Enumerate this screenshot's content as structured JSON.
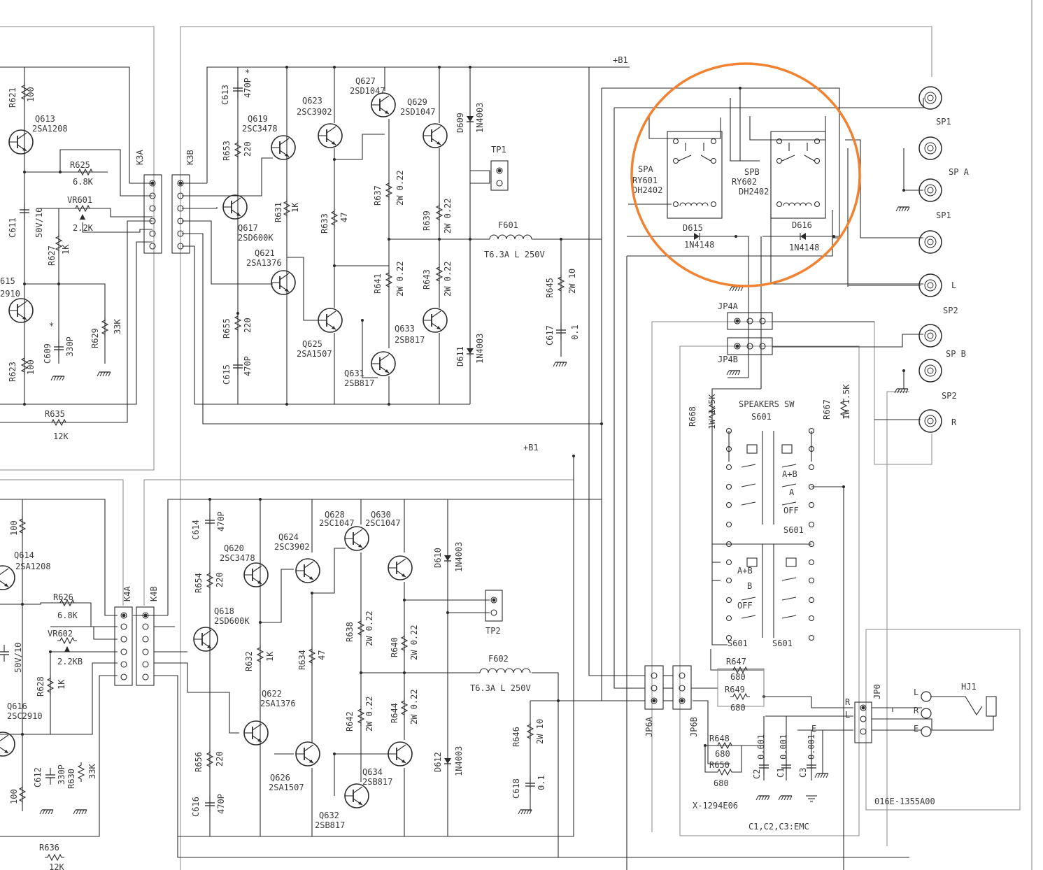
{
  "colors": {
    "highlight": "#F08232",
    "wire": "#2a2a2a"
  },
  "rails": {
    "b1_top": "+B1",
    "b1_bottom": "+B1"
  },
  "connectors": {
    "k3a": "K3A",
    "k3b": "K3B",
    "k4a": "K4A",
    "k4b": "K4B",
    "jp4a": "JP4A",
    "jp4b": "JP4B",
    "jp6a": "JP6A",
    "jp6b": "JP6B",
    "jp0": "JP0"
  },
  "test_points": {
    "tp1": "TP1",
    "tp2": "TP2"
  },
  "fuses": {
    "f601": {
      "ref": "F601",
      "rating": "T6.3A L 250V"
    },
    "f602": {
      "ref": "F602",
      "rating": "T6.3A L 250V"
    }
  },
  "resistors": {
    "r621": {
      "ref": "R621",
      "value": "100"
    },
    "r625": {
      "ref": "R625",
      "value": "6.8K"
    },
    "vr601": {
      "ref": "VR601",
      "value": "2.2K"
    },
    "r627": {
      "ref": "R627",
      "value": "1K"
    },
    "r629": {
      "ref": "R629",
      "value": "33K"
    },
    "r623": {
      "ref": "R623",
      "value": "100"
    },
    "r635": {
      "ref": "R635",
      "value": "12K"
    },
    "r653": {
      "ref": "R653",
      "value": "220"
    },
    "r631": {
      "ref": "R631",
      "value": "1K"
    },
    "r633": {
      "ref": "R633",
      "value": "47"
    },
    "r655": {
      "ref": "R655",
      "value": "220"
    },
    "r637": {
      "ref": "R637",
      "value": "2W 0.22"
    },
    "r639": {
      "ref": "R639",
      "value": "2W 0.22"
    },
    "r641": {
      "ref": "R641",
      "value": "2W 0.22"
    },
    "r643": {
      "ref": "R643",
      "value": "2W 0.22"
    },
    "r645": {
      "ref": "R645",
      "value": "2W 10"
    },
    "r626": {
      "ref": "R626",
      "value": "6.8K"
    },
    "vr602": {
      "ref": "VR602",
      "value": "2.2KB"
    },
    "r628": {
      "ref": "R628",
      "value": "1K"
    },
    "r630": {
      "ref": "R630",
      "value": "33K"
    },
    "r636": {
      "ref": "R636",
      "value": "12K"
    },
    "r654": {
      "ref": "R654",
      "value": "220"
    },
    "r632": {
      "ref": "R632",
      "value": "1K"
    },
    "r634": {
      "ref": "R634",
      "value": "47"
    },
    "r656": {
      "ref": "R656",
      "value": "220"
    },
    "r638": {
      "ref": "R638",
      "value": "2W 0.22"
    },
    "r640": {
      "ref": "R640",
      "value": "2W 0.22"
    },
    "r642": {
      "ref": "R642",
      "value": "2W 0.22"
    },
    "r644": {
      "ref": "R644",
      "value": "2W 0.22"
    },
    "r646": {
      "ref": "R646",
      "value": "2W 10"
    },
    "r668": {
      "ref": "R668",
      "value": "1W 1.5K"
    },
    "r667": {
      "ref": "R667",
      "value": "1W 1.5K"
    },
    "r647": {
      "ref": "R647",
      "value": "680"
    },
    "r649": {
      "ref": "R649",
      "value": "680"
    },
    "r648": {
      "ref": "R648",
      "value": "680"
    },
    "r650": {
      "ref": "R650",
      "value": "680"
    },
    "r100a": "100",
    "r100b": "100"
  },
  "capacitors": {
    "c611": {
      "ref": "C611",
      "value": "50V/10"
    },
    "c609": {
      "ref": "C609",
      "value": "330P"
    },
    "c613": {
      "ref": "C613",
      "value": "470P"
    },
    "c615": {
      "ref": "C615",
      "value": "470P"
    },
    "c617": {
      "ref": "C617",
      "value": "0.1"
    },
    "c614": {
      "ref": "C614",
      "value": "470P"
    },
    "c612": {
      "ref": "C612",
      "value": "330P"
    },
    "c616": {
      "ref": "C616",
      "value": "470P"
    },
    "c618": {
      "ref": "C618",
      "value": "0.1"
    },
    "c612v": "50V/10",
    "c2": {
      "ref": "C2",
      "value": "0.001"
    },
    "c1": {
      "ref": "C1",
      "value": "0.001"
    },
    "c3": {
      "ref": "C3",
      "value": "0.001"
    }
  },
  "transistors": {
    "q613": {
      "ref": "Q613",
      "part": "2SA1208"
    },
    "q615": {
      "ref": "615",
      "part": "2910"
    },
    "q617": {
      "ref": "Q617",
      "part": "2SD600K"
    },
    "q619": {
      "ref": "Q619",
      "part": "2SC3478"
    },
    "q621": {
      "ref": "Q621",
      "part": "2SA1376"
    },
    "q623": {
      "ref": "Q623",
      "part": "2SC3902"
    },
    "q625": {
      "ref": "Q625",
      "part": "2SA1507"
    },
    "q627": {
      "ref": "Q627",
      "part": "2SD1047"
    },
    "q629": {
      "ref": "Q629",
      "part": "2SD1047"
    },
    "q631": {
      "ref": "Q631",
      "part": "2SB817"
    },
    "q633": {
      "ref": "Q633",
      "part": "2SB817"
    },
    "q614": {
      "ref": "Q614",
      "part": "2SA1208"
    },
    "q616": {
      "ref": "Q616",
      "part": "2SC2910"
    },
    "q618": {
      "ref": "Q618",
      "part": "2SD600K"
    },
    "q620": {
      "ref": "Q620",
      "part": "2SC3478"
    },
    "q622": {
      "ref": "Q622",
      "part": "2SA1376"
    },
    "q624": {
      "ref": "Q624",
      "part": "2SC3902"
    },
    "q626": {
      "ref": "Q626",
      "part": "2SA1507"
    },
    "q628": {
      "ref": "Q628",
      "part": "2SC1047"
    },
    "q630": {
      "ref": "Q630",
      "part": "2SC1047"
    },
    "q632": {
      "ref": "Q632",
      "part": "2SB817"
    },
    "q634": {
      "ref": "Q634",
      "part": "2SB817"
    }
  },
  "diodes": {
    "d609": {
      "ref": "D609",
      "part": "1N4003"
    },
    "d611": {
      "ref": "D611",
      "part": "1N4003"
    },
    "d610": {
      "ref": "D610",
      "part": "1N4003"
    },
    "d612": {
      "ref": "D612",
      "part": "1N4003"
    },
    "d615": {
      "ref": "D615",
      "part": "1N4148"
    },
    "d616": {
      "ref": "D616",
      "part": "1N4148"
    }
  },
  "relays": {
    "ry601": {
      "name": "SPA",
      "ref": "RY601",
      "part": "DH2402"
    },
    "ry602": {
      "name": "SPB",
      "ref": "RY602",
      "part": "DH2402"
    }
  },
  "speaker_terminals": {
    "sp1_top": "SP1",
    "sp_a": "SP A",
    "sp1_mid": "SP1",
    "l": "L",
    "sp2_top": "SP2",
    "sp_b": "SP B",
    "sp2_bot": "SP2",
    "r": "R"
  },
  "switch": {
    "title": "SPEAKERS SW",
    "ref": "S601",
    "ref2": "S601",
    "ref3": "S601",
    "ref4": "S601",
    "pos_ab": "A+B",
    "pos_a": "A",
    "pos_off": "OFF",
    "pos_ab2": "A+B",
    "pos_b2": "B",
    "pos_off2": "OFF"
  },
  "headphone": {
    "ref": "HJ1",
    "l": "L",
    "r": "R",
    "e": "E",
    "board_r": "R",
    "board_l": "L",
    "board_e": "E",
    "board_code": "016E-1355A00"
  },
  "board": {
    "code": "X-1294E06",
    "note": "C1,C2,C3:EMC"
  },
  "misc": {
    "star": "*",
    "star2": "*"
  }
}
